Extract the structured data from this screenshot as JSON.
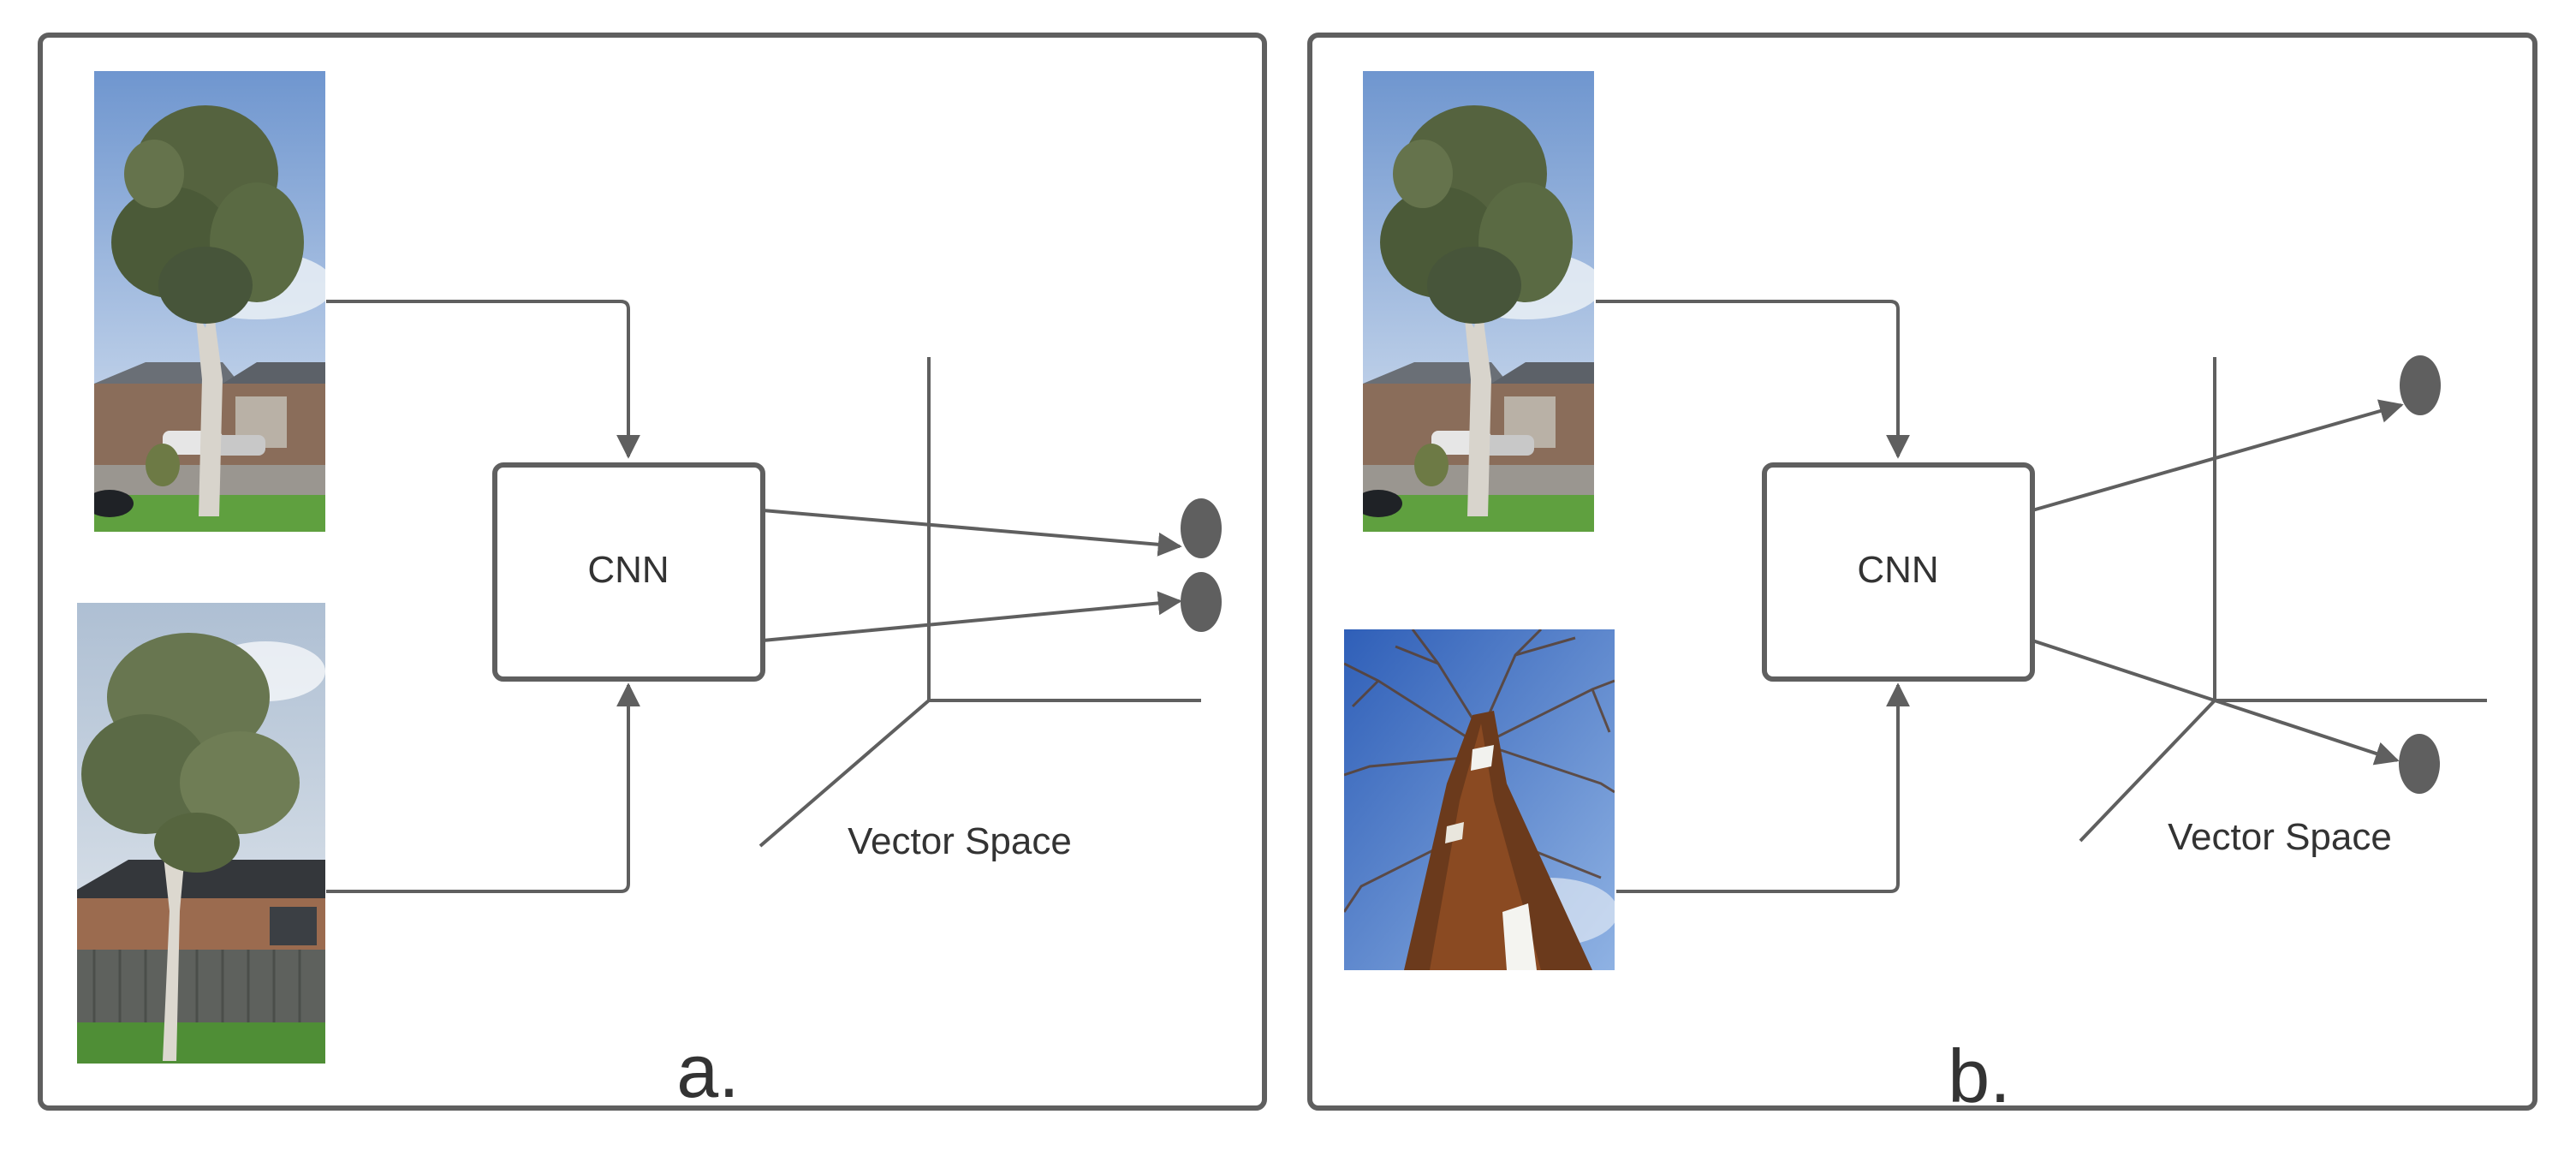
{
  "colors": {
    "stroke": "#5f5f5f",
    "text": "#333333",
    "background": "#ffffff",
    "sky": "#7ea5d6",
    "foliage": "#4d5b3c",
    "grass": "#5fa03f",
    "bark": "#6b3a1c"
  },
  "panel_a": {
    "caption": "a.",
    "cnn_label": "CNN",
    "space_label": "Vector Space",
    "image_top": "eucalyptus-street-tree-photo",
    "image_bottom": "eucalyptus-tree-by-fence-photo"
  },
  "panel_b": {
    "caption": "b.",
    "cnn_label": "CNN",
    "space_label": "Vector Space",
    "image_top": "eucalyptus-street-tree-photo",
    "image_bottom": "tree-trunk-looking-up-photo"
  }
}
